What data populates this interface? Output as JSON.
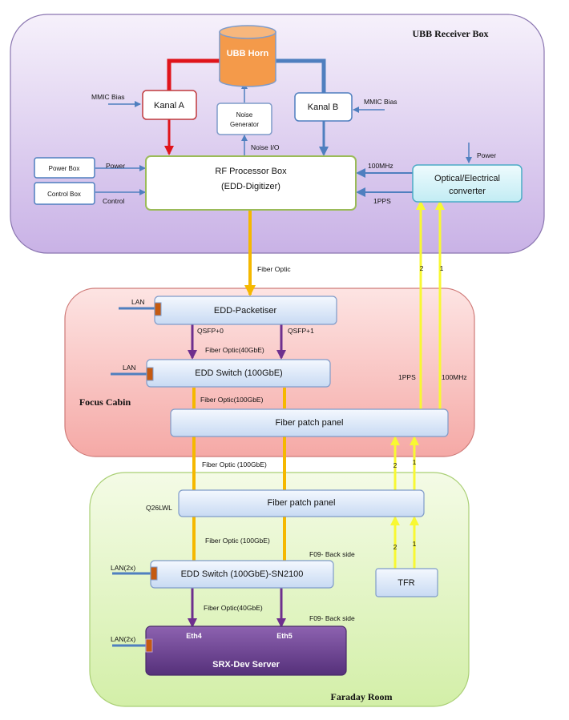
{
  "regions": {
    "receiver_box": "UBB Receiver Box",
    "focus_cabin": "Focus Cabin",
    "faraday_room": "Faraday Room"
  },
  "nodes": {
    "ubb_horn": "UBB Horn",
    "kanal_a": "Kanal A",
    "kanal_b": "Kanal B",
    "noise_gen_line1": "Noise",
    "noise_gen_line2": "Generator",
    "power_box": "Power Box",
    "control_box": "Control Box",
    "rf_proc_line1": "RF Processor Box",
    "rf_proc_line2": "(EDD-Digitizer)",
    "opt_conv_line1": "Optical/Electrical",
    "opt_conv_line2": "converter",
    "edd_packetiser": "EDD-Packetiser",
    "edd_switch": "EDD Switch (100GbE)",
    "fiber_patch_top": "Fiber patch panel",
    "fiber_patch_bottom": "Fiber patch panel",
    "edd_switch_sn": "EDD Switch (100GbE)-SN2100",
    "tfr": "TFR",
    "server": "SRX-Dev Server",
    "eth4": "Eth4",
    "eth5": "Eth5"
  },
  "labels": {
    "mmic_bias_left": "MMIC Bias",
    "mmic_bias_right": "MMIC Bias",
    "noise_io": "Noise I/O",
    "power_left": "Power",
    "control_left": "Control",
    "hundred_mhz": "100MHz",
    "one_pps": "1PPS",
    "power_right": "Power",
    "fiber_optic": "Fiber Optic",
    "lan1": "LAN",
    "lan2": "LAN",
    "qsfp0": "QSFP+0",
    "qsfp1": "QSFP+1",
    "fo_40_top": "Fiber Optic(40GbE)",
    "fo_100_a": "Fiber Optic(100GbE)",
    "fo_100_b": "Fiber Optic (100GbE)",
    "q26lwl": "Q26LWL",
    "fo_100_c": "Fiber Optic (100GbE)",
    "f09_top": "F09- Back side",
    "lan2x_1": "LAN(2x)",
    "fo_40_bottom": "Fiber Optic(40GbE)",
    "f09_bottom": "F09- Back side",
    "lan2x_2": "LAN(2x)",
    "one_pps_right": "1PPS",
    "hundred_mhz_right": "100MHz",
    "num_2_top": "2",
    "num_1_top": "1",
    "num_2_mid": "2",
    "num_1_mid": "1",
    "num_2_bot": "2",
    "num_1_bot": "1"
  },
  "colors": {
    "receiver_region": "#d9c8ef",
    "focus_region": "#f8c8c6",
    "faraday_region": "#e4f5c4",
    "red_link": "#e0141b",
    "blue_link": "#4f7fbf",
    "orange_link": "#f5b800",
    "purple_link": "#6e2f8e",
    "yellow_link": "#f8f833",
    "horn": "#f49a4a",
    "server": "#6a3e8e"
  }
}
